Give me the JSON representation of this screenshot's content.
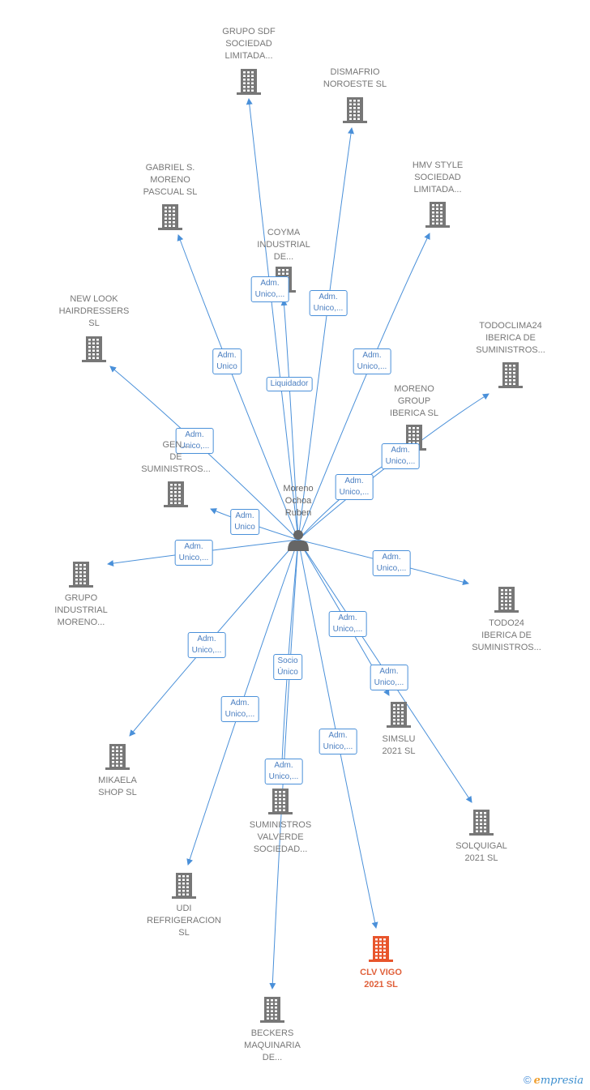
{
  "center": {
    "label": "Moreno\nOchoa\nRuben"
  },
  "companies": [
    {
      "id": "grupo-sdf",
      "label": "GRUPO SDF\nSOCIEDAD\nLIMITADA..."
    },
    {
      "id": "dismafrio",
      "label": "DISMAFRIO\nNOROESTE  SL"
    },
    {
      "id": "gabriel-moreno",
      "label": "GABRIEL S.\nMORENO\nPASCUAL  SL"
    },
    {
      "id": "hmv-style",
      "label": "HMV STYLE\nSOCIEDAD\nLIMITADA..."
    },
    {
      "id": "coyma",
      "label": "COYMA\nINDUSTRIAL\nDE..."
    },
    {
      "id": "new-look",
      "label": "NEW LOOK\nHAIRDRESSERS\nSL"
    },
    {
      "id": "todoclima24",
      "label": "TODOCLIMA24\nIBERICA DE\nSUMINISTROS..."
    },
    {
      "id": "moreno-group",
      "label": "MORENO\nGROUP\nIBERICA  SL"
    },
    {
      "id": "general-suministros",
      "label": "GEN...\nDE\nSUMINISTROS..."
    },
    {
      "id": "grupo-industrial",
      "label": "GRUPO\nINDUSTRIAL\nMORENO..."
    },
    {
      "id": "todo24",
      "label": "TODO24\nIBERICA DE\nSUMINISTROS..."
    },
    {
      "id": "mikaela",
      "label": "MIKAELA\nSHOP  SL"
    },
    {
      "id": "simslu",
      "label": "SIMSLU\n2021  SL"
    },
    {
      "id": "suministros-valverde",
      "label": "SUMINISTROS\nVALVERDE\nSOCIEDAD..."
    },
    {
      "id": "solquigal",
      "label": "SOLQUIGAL\n2021  SL"
    },
    {
      "id": "udi",
      "label": "UDI\nREFRIGERACION\nSL"
    },
    {
      "id": "clv-vigo",
      "label": "CLV VIGO\n2021  SL",
      "highlight": true
    },
    {
      "id": "beckers",
      "label": "BECKERS\nMAQUINARIA\nDE..."
    }
  ],
  "edges": [
    {
      "to": "grupo-sdf",
      "label": "Adm.\nUnico,..."
    },
    {
      "to": "dismafrio",
      "label": "Adm.\nUnico,..."
    },
    {
      "to": "gabriel-moreno",
      "label": "Adm.\nUnico"
    },
    {
      "to": "coyma",
      "label": "Liquidador"
    },
    {
      "to": "hmv-style",
      "label": "Adm.\nUnico,..."
    },
    {
      "to": "new-look",
      "label": "Adm.\nUnico,..."
    },
    {
      "to": "todoclima24",
      "label": "Adm.\nUnico,..."
    },
    {
      "to": "moreno-group",
      "label": "Adm.\nUnico,..."
    },
    {
      "to": "general-suministros",
      "label": "Adm.\nUnico"
    },
    {
      "to": "grupo-industrial",
      "label": "Adm.\nUnico,..."
    },
    {
      "to": "todo24",
      "label": "Adm.\nUnico,..."
    },
    {
      "to": "mikaela",
      "label": "Adm.\nUnico,..."
    },
    {
      "to": "simslu",
      "label": "Adm.\nUnico,..."
    },
    {
      "to": "suministros-valverde",
      "label": "Socio\nÚnico"
    },
    {
      "to": "udi",
      "label": "Adm.\nUnico,..."
    },
    {
      "to": "solquigal",
      "label": "Adm.\nUnico,..."
    },
    {
      "to": "clv-vigo",
      "label": "Adm.\nUnico,..."
    },
    {
      "to": "beckers",
      "label": "Adm.\nUnico,..."
    }
  ],
  "colors": {
    "edge": "#4a90d9",
    "building": "#777777",
    "highlight": "#e8552c",
    "person": "#666666"
  },
  "footer": {
    "copyright": "©",
    "brand_initial": "e",
    "brand_rest": "mpresia"
  }
}
